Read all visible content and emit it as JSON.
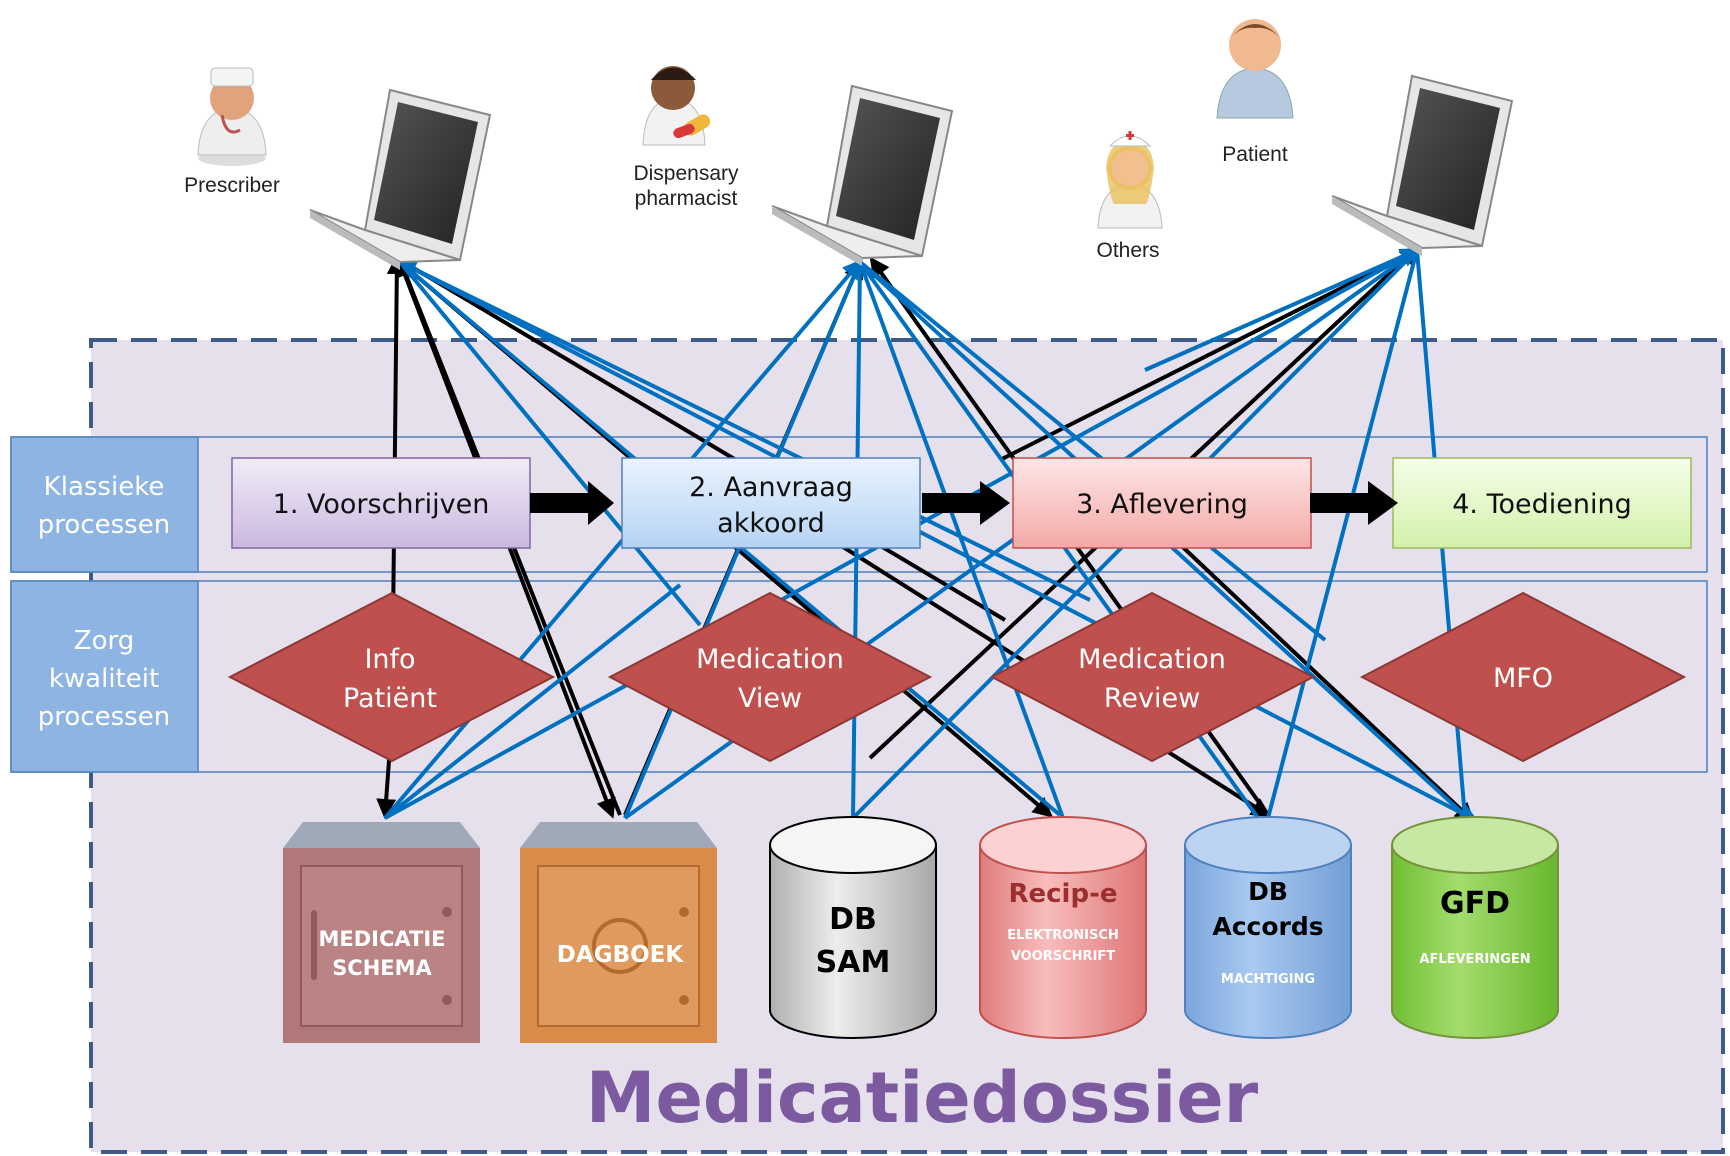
{
  "actors": {
    "prescriber": "Prescriber",
    "pharmacist_line1": "Dispensary",
    "pharmacist_line2": "pharmacist",
    "patient": "Patient",
    "others": "Others"
  },
  "rows": {
    "classic_line1": "Klassieke",
    "classic_line2": "processen",
    "care_line1": "Zorg",
    "care_line2": "kwaliteit",
    "care_line3": "processen"
  },
  "processes": {
    "p1": "1. Voorschrijven",
    "p2_line1": "2. Aanvraag",
    "p2_line2": "akkoord",
    "p3": "3. Aflevering",
    "p4": "4. Toediening"
  },
  "quality": {
    "q1_line1": "Info",
    "q1_line2": "Patiënt",
    "q2_line1": "Medication",
    "q2_line2": "View",
    "q3_line1": "Medication",
    "q3_line2": "Review",
    "q4": "MFO"
  },
  "stores": {
    "schema_line1": "MEDICATIE",
    "schema_line2": "SCHEMA",
    "dagboek": "DAGBOEK",
    "sam_line1": "DB",
    "sam_line2": "SAM",
    "recipe_title": "Recip-e",
    "recipe_sub1": "ELEKTRONISCH",
    "recipe_sub2": "VOORSCHRIFT",
    "accords_line1": "DB",
    "accords_line2": "Accords",
    "accords_sub": "MACHTIGING",
    "gfd_title": "GFD",
    "gfd_sub": "AFLEVERINGEN"
  },
  "footer": {
    "title": "Medicatiedossier"
  },
  "colors": {
    "dossier_bg": "#e6e0ed",
    "dossier_border": "#3e5a86",
    "row_label_bg": "#8eb4e3",
    "row_border": "#4f81bd",
    "diamond": "#c0504d",
    "arrow_black": "#000000",
    "arrow_blue": "#0070c0",
    "title": "#7b5aa0"
  }
}
